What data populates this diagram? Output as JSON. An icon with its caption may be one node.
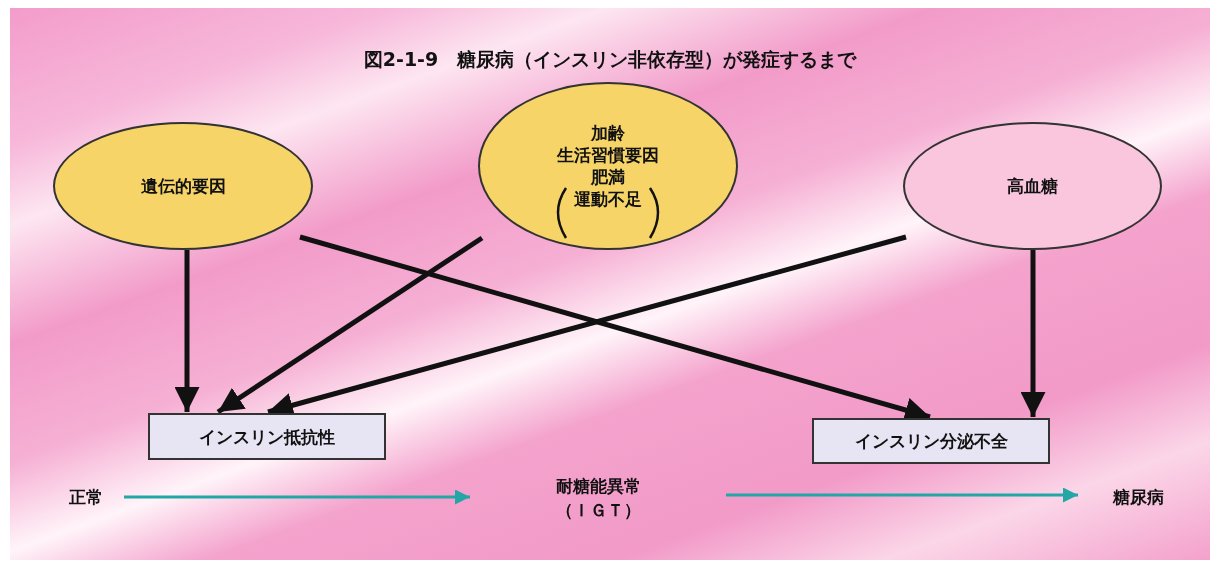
{
  "diagram": {
    "title": "図2-1-9　糖尿病（インスリン非依存型）が発症するまで",
    "nodes": [
      {
        "text": [
          "遺伝的要因"
        ]
      },
      {
        "text": [
          "加齢",
          "生活習慣要因",
          "肥満",
          "運動不足"
        ]
      },
      {
        "text": [
          "高血糖"
        ]
      },
      {
        "text": [
          "インスリン抵抗性"
        ]
      },
      {
        "text": [
          "インスリン分泌不全"
        ]
      },
      {
        "text": [
          "正常"
        ]
      },
      {
        "text": [
          "耐糖能異常（ＩＧＴ）"
        ]
      },
      {
        "text": [
          "糖尿病"
        ]
      }
    ],
    "edges": [
      {
        "from": 0,
        "to": 3,
        "arrow": "to"
      },
      {
        "from": 0,
        "to": 4,
        "arrow": "to"
      },
      {
        "from": 1,
        "to": 3,
        "arrow": "to"
      },
      {
        "from": 2,
        "to": 3,
        "arrow": "to"
      },
      {
        "from": 2,
        "to": 4,
        "arrow": "to"
      },
      {
        "from": 5,
        "to": 6,
        "arrow": "to",
        "color": "#22a6a6"
      },
      {
        "from": 6,
        "to": 7,
        "arrow": "to",
        "color": "#22a6a6"
      }
    ]
  }
}
